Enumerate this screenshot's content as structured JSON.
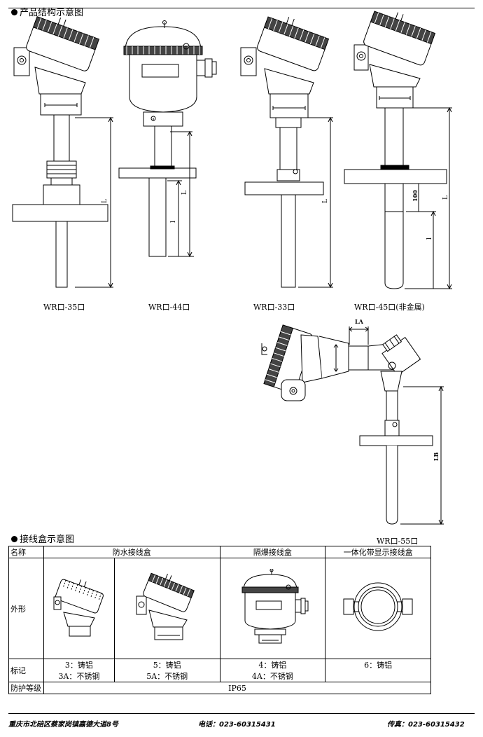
{
  "section_structure": "产品结构示意图",
  "section_junction": "接线盒示意图",
  "models": [
    {
      "caption": "WR口-35口",
      "dim_L": "L",
      "dim_l": ""
    },
    {
      "caption": "WR口-44口",
      "dim_L": "L",
      "dim_l": "l"
    },
    {
      "caption": "WR口-33口",
      "dim_L": "L",
      "dim_l": ""
    },
    {
      "caption": "WR口-45口(非金属)",
      "dim_L": "L",
      "dim_l": "l",
      "dim_100": "100"
    },
    {
      "caption": "WR口-55口",
      "dim_LA": "LA",
      "dim_LB": "LB"
    }
  ],
  "table": {
    "h_name": "名称",
    "h_waterproof": "防水接线盒",
    "h_explosion": "隔爆接线盒",
    "h_display": "一体化带显示接线盒",
    "row_shape": "外形",
    "row_mark": "标记",
    "mark_1a": "3：铸铝",
    "mark_1b": "3A：不锈钢",
    "mark_2a": "5：铸铝",
    "mark_2b": "5A：不锈钢",
    "mark_3a": "4：铸铝",
    "mark_3b": "4A：不锈钢",
    "mark_4a": "6：铸铝",
    "row_protect": "防护等级",
    "protect_value": "IP65"
  },
  "footer": {
    "address": "重庆市北碚区蔡家岗镇嘉德大道8号",
    "phone": "电话：023-60315431",
    "fax": "传真：023-60315432"
  }
}
